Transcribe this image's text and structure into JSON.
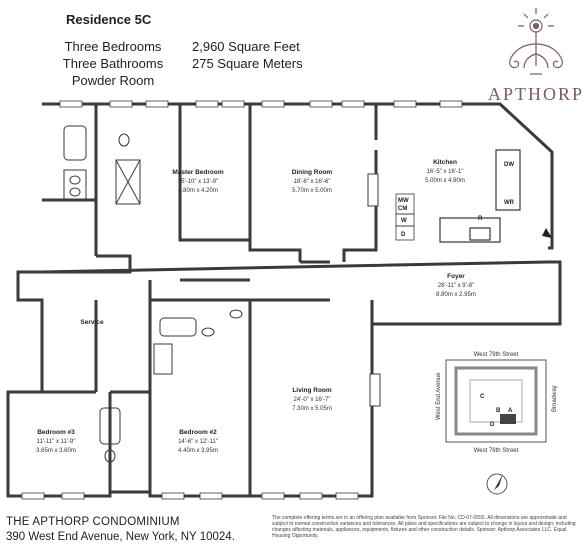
{
  "header": {
    "residence": "Residence 5C",
    "bedrooms": "Three Bedrooms",
    "bathrooms": "Three Bathrooms",
    "powder": "Powder Room",
    "sqft": "2,960 Square Feet",
    "sqm": "275 Square Meters"
  },
  "logo": {
    "wordmark": "APTHORP"
  },
  "rooms": {
    "master_bedroom": {
      "name": "Master Bedroom",
      "dim_imperial": "15'-10\" x 13'-9\"",
      "dim_metric": "4.80m x 4.20m"
    },
    "dining_room": {
      "name": "Dining Room",
      "dim_imperial": "18'-8\" x 16'-6\"",
      "dim_metric": "5.70m x 5.00m"
    },
    "kitchen": {
      "name": "Kitchen",
      "dim_imperial": "16'-5\" x 16'-1\"",
      "dim_metric": "5.00m x 4.90m"
    },
    "foyer": {
      "name": "Foyer",
      "dim_imperial": "28'-11\" x 9'-8\"",
      "dim_metric": "8.80m x 2.95m"
    },
    "living_room": {
      "name": "Living Room",
      "dim_imperial": "24'-0\" x 16'-7\"",
      "dim_metric": "7.30m x 5.05m"
    },
    "bedroom2": {
      "name": "Bedroom #2",
      "dim_imperial": "14'-6\" x 12'-11\"",
      "dim_metric": "4.40m x 3.95m"
    },
    "bedroom3": {
      "name": "Bedroom #3",
      "dim_imperial": "11'-11\" x 11'-9\"",
      "dim_metric": "3.65m x 3.60m"
    },
    "service": {
      "name": "Service"
    }
  },
  "fixtures": {
    "dw": "DW",
    "wr": "WR",
    "r": "R",
    "mw_cm_top": "MW",
    "mw_cm_bottom": "CM",
    "w": "W",
    "d": "D"
  },
  "keyplan": {
    "north_street": "West 79th Street",
    "south_street": "West 78th Street",
    "west_avenue": "West End Avenue",
    "east_avenue": "Broadway",
    "wings": [
      "C",
      "B",
      "A",
      "D"
    ]
  },
  "footer": {
    "title": "THE APTHORP CONDOMINIUM",
    "address": "390 West End Avenue, New York, NY 10024.",
    "disclaimer": "The complete offering terms are in an offering plan available from Sponsor. File No. CD-07-0555. All dimensions are approximate and subject to normal construction variances and tolerances. All plans and specifications are subject to change in layout and design; including changes affecting materials, appliances, equipments, fixtures and other construction details. Sponsor: Apthorp Associates LLC. Equal Housing Opportunity."
  },
  "colors": {
    "wall": "#3a3a3a",
    "keyplan_accent": "#555555",
    "logo": "#7a5a6a"
  }
}
